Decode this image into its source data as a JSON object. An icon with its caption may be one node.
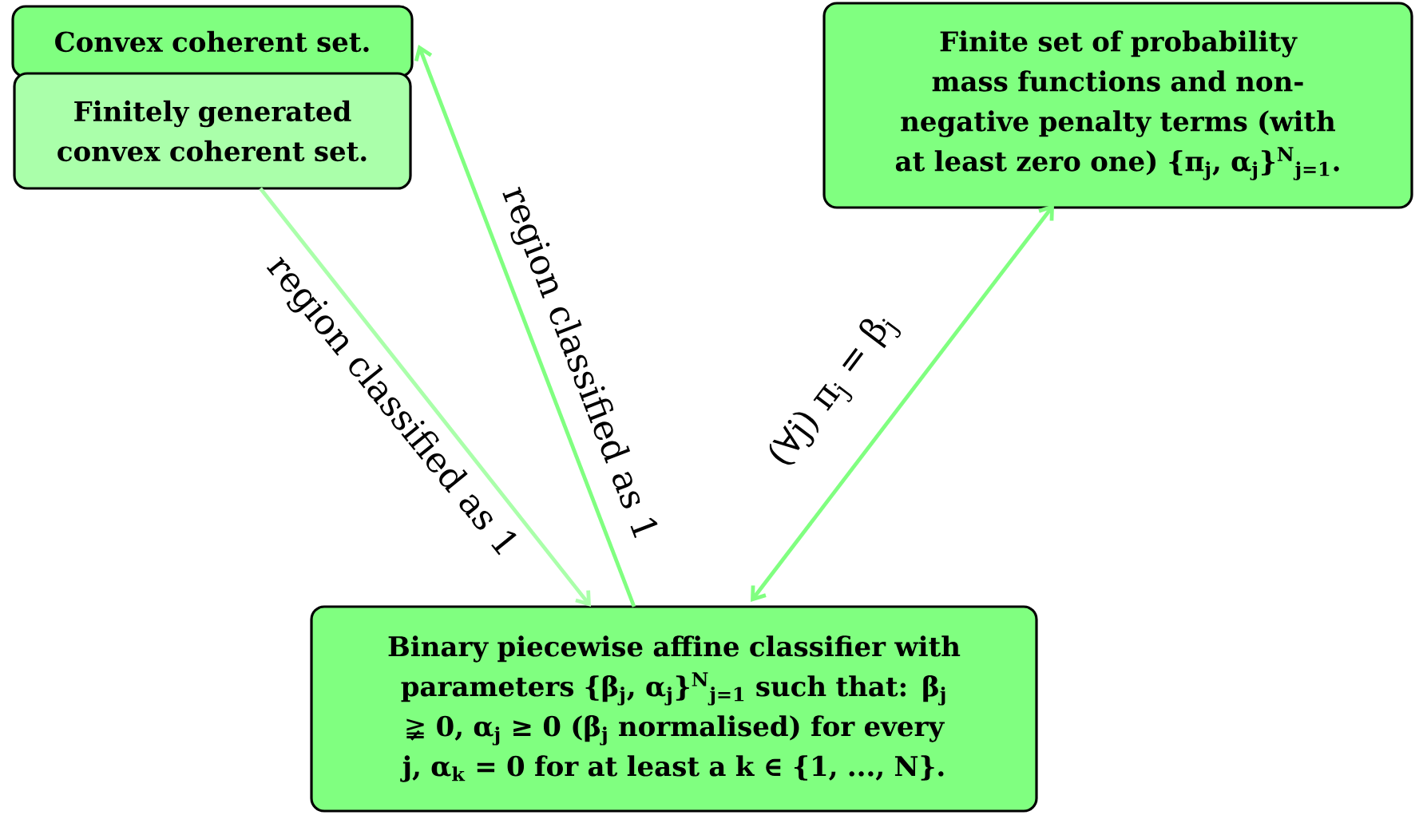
{
  "diagram": {
    "nodes": [
      {
        "text": [
          "Convex coherent set."
        ]
      },
      {
        "text": [
          "Finitely generated convex coherent set."
        ]
      },
      {
        "text": [
          "Finite set of probability mass functions and non-negative penalty terms (with at least zero one) {π$_{j}$, α$_{j}$}$^{N}$$_{j=1}$."
        ]
      },
      {
        "text": [
          "Binary piecewise affine classifier with parameters {β$_{j}$, α$_{j}$}$^{N}$$_{j=1}$ such that: β$_{j}$ ≩ 0, α$_{j}$ ≥ 0 (β$_{j}$ normalised) for every j, α$_{k}$ = 0 for at least a k ∈ {1, ..., N}."
        ]
      }
    ],
    "edges": [
      {
        "from": 1,
        "to": 3,
        "arrow": "to",
        "label": "region classified as 1",
        "color": "#aaffaa"
      },
      {
        "from": 3,
        "to": 0,
        "arrow": "to",
        "label": "region classified as 1"
      },
      {
        "from": 2,
        "to": 3,
        "arrow": "both",
        "label": "(∀j) π$_{j}$ = β$_{j}$"
      }
    ]
  }
}
